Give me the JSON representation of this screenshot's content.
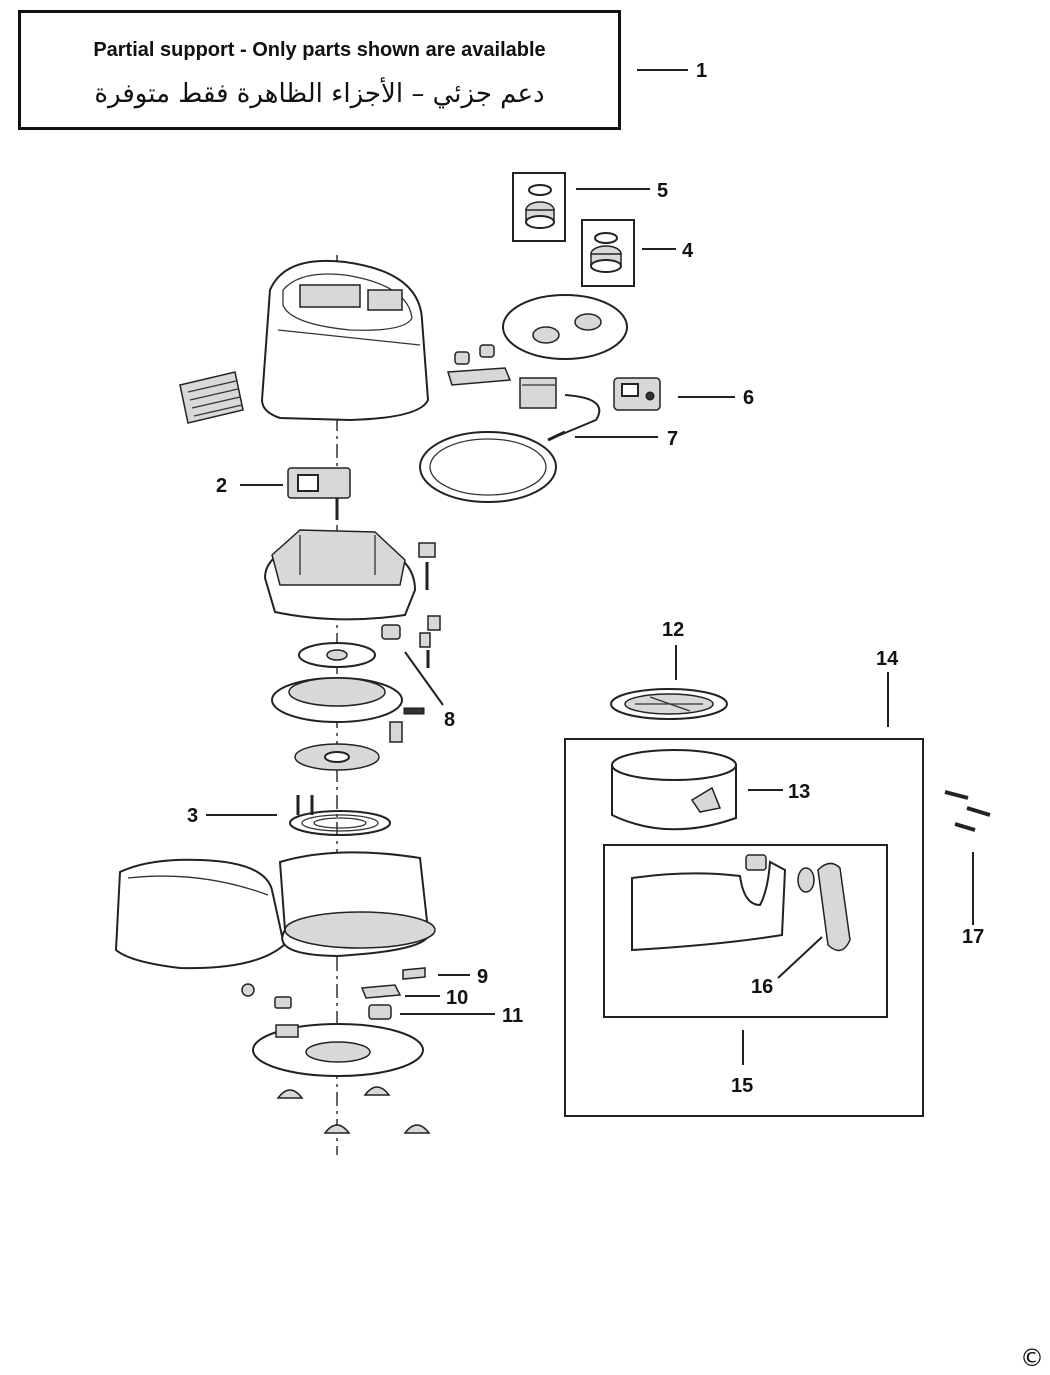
{
  "notice": {
    "english": "Partial support - Only parts shown are available",
    "arabic": "دعم جزئي – الأجزاء الظاهرة فقط متوفرة"
  },
  "callouts": [
    {
      "id": "1",
      "label": "1"
    },
    {
      "id": "2",
      "label": "2"
    },
    {
      "id": "3",
      "label": "3"
    },
    {
      "id": "4",
      "label": "4"
    },
    {
      "id": "5",
      "label": "5"
    },
    {
      "id": "6",
      "label": "6"
    },
    {
      "id": "7",
      "label": "7"
    },
    {
      "id": "8",
      "label": "8"
    },
    {
      "id": "9",
      "label": "9"
    },
    {
      "id": "10",
      "label": "10"
    },
    {
      "id": "11",
      "label": "11"
    },
    {
      "id": "12",
      "label": "12"
    },
    {
      "id": "13",
      "label": "13"
    },
    {
      "id": "14",
      "label": "14"
    },
    {
      "id": "15",
      "label": "15"
    },
    {
      "id": "16",
      "label": "16"
    },
    {
      "id": "17",
      "label": "17"
    }
  ],
  "copyright": "©"
}
